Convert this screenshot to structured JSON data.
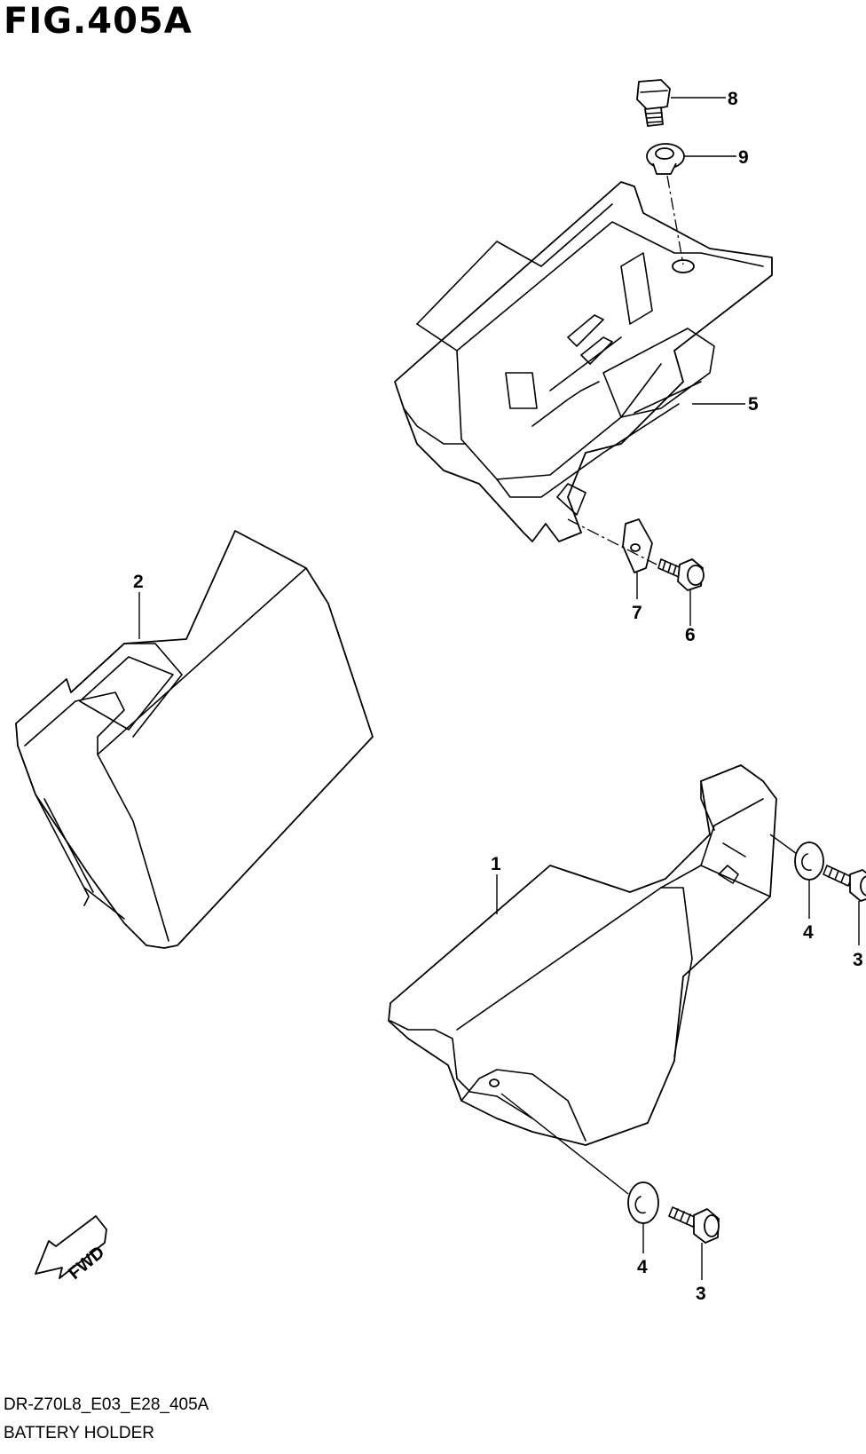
{
  "figure": {
    "title": "FIG.405A",
    "model_code": "DR-Z70L8_E03_E28_405A",
    "name": "BATTERY HOLDER"
  },
  "callouts": {
    "c1": "1",
    "c2": "2",
    "c3a": "3",
    "c3b": "3",
    "c4a": "4",
    "c4b": "4",
    "c5": "5",
    "c6": "6",
    "c7": "7",
    "c8": "8",
    "c9": "9"
  },
  "fwd_label": "FWD"
}
